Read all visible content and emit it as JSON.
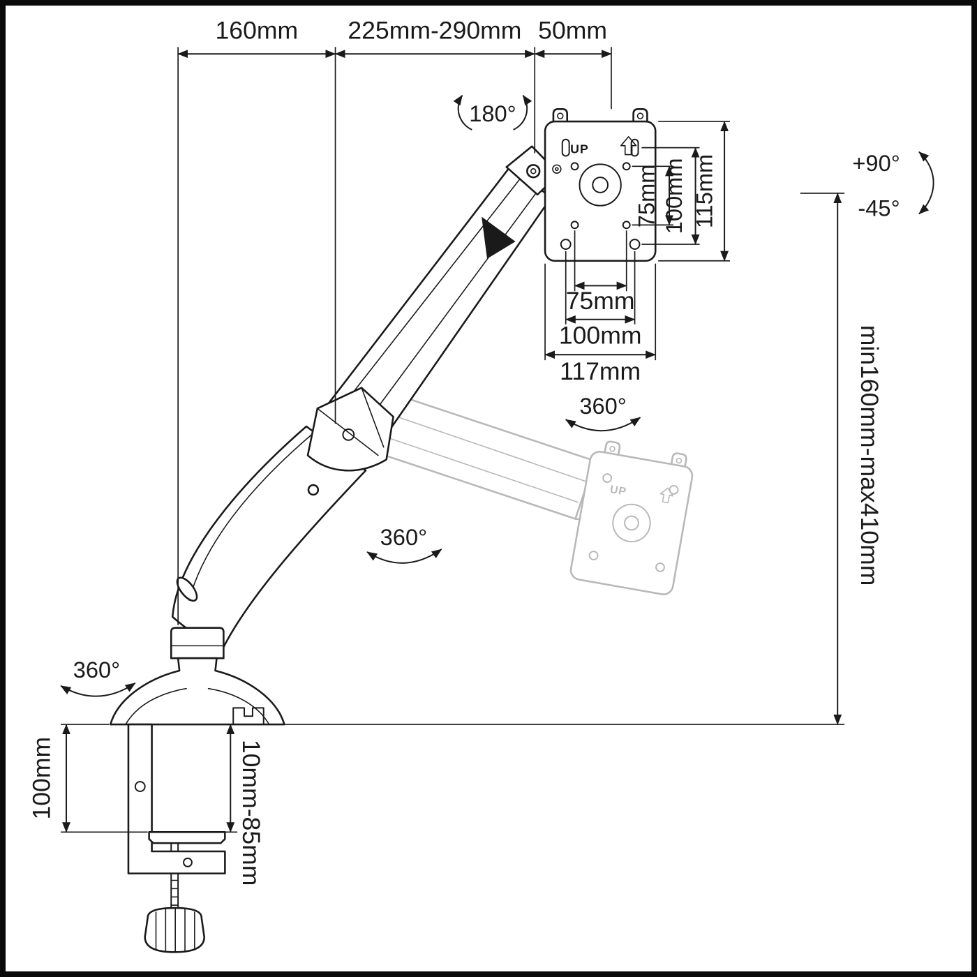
{
  "diagram": {
    "colors": {
      "line": "#1a1a1a",
      "ghost": "#b8b8b8",
      "background": "#ffffff"
    },
    "dimensions": {
      "top_left": "160mm",
      "top_mid": "225mm-290mm",
      "top_right": "50mm",
      "vesa_vertical_inner": "75mm",
      "vesa_vertical_mid": "100mm",
      "vesa_vertical_outer": "115mm",
      "vesa_horizontal_inner": "75mm",
      "vesa_horizontal_mid": "100mm",
      "vesa_horizontal_outer": "117mm",
      "height_range": "min160mm-max410mm",
      "clamp_depth": "100mm",
      "clamp_range": "10mm-85mm"
    },
    "rotations": {
      "head_rotate": "180°",
      "tilt_up": "+90°",
      "tilt_down": "-45°",
      "vesa_swivel": "360°",
      "arm_swivel": "360°",
      "base_swivel": "360°"
    },
    "plate": {
      "up_label": "UP"
    },
    "ghost_plate": {
      "up_label": "UP"
    }
  }
}
